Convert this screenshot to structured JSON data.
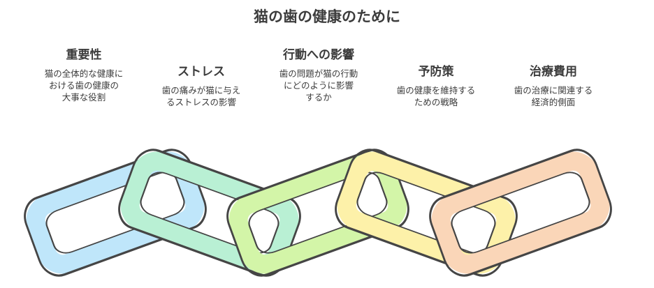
{
  "title": "猫の歯の健康のために",
  "items": [
    {
      "heading": "重要性",
      "lines": [
        "猫の全体的な健康に",
        "おける歯の健康の",
        "大事な役割"
      ],
      "color": "#bfe6fa"
    },
    {
      "heading": "ストレス",
      "lines": [
        "歯の痛みが猫に与え",
        "るストレスの影響"
      ],
      "color": "#b9f0d4"
    },
    {
      "heading": "行動への影響",
      "lines": [
        "歯の問題が猫の行動",
        "にどのように影響",
        "するか"
      ],
      "color": "#d3f5a8"
    },
    {
      "heading": "予防策",
      "lines": [
        "歯の健康を維持する",
        "ための戦略"
      ],
      "color": "#fdf1a9"
    },
    {
      "heading": "治療費用",
      "lines": [
        "歯の治療に関連する",
        "経済的側面"
      ],
      "color": "#fad6b8"
    }
  ]
}
